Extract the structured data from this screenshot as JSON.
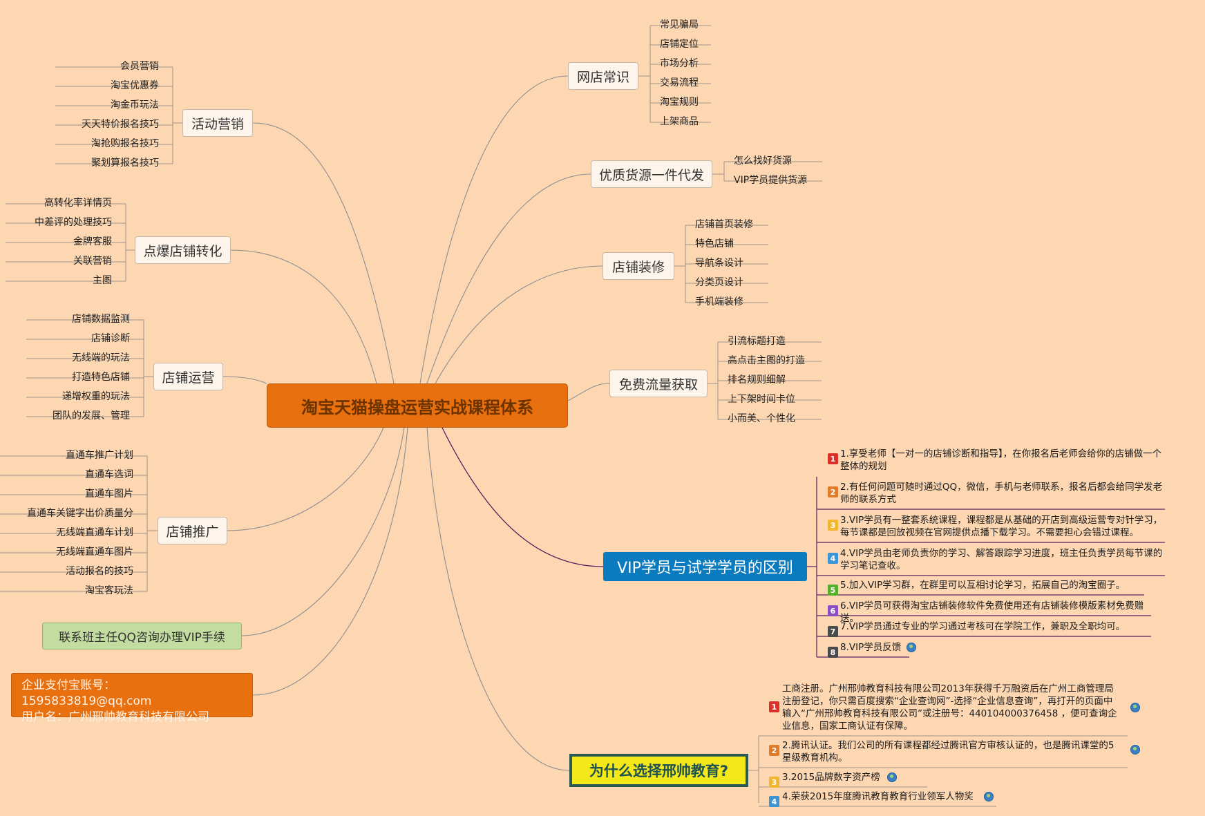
{
  "central": "淘宝天猫操盘运营实战课程体系",
  "right_topics": [
    {
      "label": "网店常识",
      "items": [
        "常见骗局",
        "店铺定位",
        "市场分析",
        "交易流程",
        "淘宝规则",
        "上架商品"
      ]
    },
    {
      "label": "优质货源一件代发",
      "items": [
        "怎么找好货源",
        "VIP学员提供货源"
      ]
    },
    {
      "label": "店铺装修",
      "items": [
        "店铺首页装修",
        "特色店铺",
        "导航条设计",
        "分类页设计",
        "手机端装修"
      ]
    },
    {
      "label": "免费流量获取",
      "items": [
        "引流标题打造",
        "高点击主图的打造",
        "排名规则细解",
        "上下架时间卡位",
        "小而美、个性化"
      ]
    }
  ],
  "left_topics": [
    {
      "label": "活动营销",
      "items": [
        "会员营销",
        "淘宝优惠券",
        "淘金币玩法",
        "天天特价报名技巧",
        "淘抢购报名技巧",
        "聚划算报名技巧"
      ]
    },
    {
      "label": "点爆店铺转化",
      "items": [
        "高转化率详情页",
        "中差评的处理技巧",
        "金牌客服",
        "关联营销",
        "主图"
      ]
    },
    {
      "label": "店铺运营",
      "items": [
        "店铺数据监测",
        "店铺诊断",
        "无线端的玩法",
        "打造特色店铺",
        "递增权重的玩法",
        "团队的发展、管理"
      ]
    },
    {
      "label": "店铺推广",
      "items": [
        "直通车推广计划",
        "直通车选词",
        "直通车图片",
        "直通车关键字出价质量分",
        "无线端直通车计划",
        "无线端直通车图片",
        "活动报名的技巧",
        "淘宝客玩法"
      ]
    }
  ],
  "contact": "联系班主任QQ咨询办理VIP手续",
  "payment": {
    "line1": "企业支付宝账号：1595833819@qq.com",
    "line2": "用户名：广州邢帅教育科技有限公司"
  },
  "vip": {
    "label": "VIP学员与试学学员的区别",
    "items": [
      {
        "num": "1",
        "color": "#d9302a",
        "text": "1.享受老师【一对一的店铺诊断和指导】，在你报名后老师会给你的店铺做一个整体的规划"
      },
      {
        "num": "2",
        "color": "#e07b2a",
        "text": "2.有任何问题可随时通过QQ，微信，手机与老师联系，报名后都会给同学发老师的联系方式"
      },
      {
        "num": "3",
        "color": "#f0b632",
        "text": "3.VIP学员有一整套系统课程，课程都是从基础的开店到高级运营专对针学习，每节课都是回放视频在官网提供点播下载学习。不需要担心会错过课程。"
      },
      {
        "num": "4",
        "color": "#3e95d1",
        "text": "4.VIP学员由老师负责你的学习、解答跟踪学习进度，班主任负责学员每节课的学习笔记查收。"
      },
      {
        "num": "5",
        "color": "#5aae2e",
        "text": "5.加入VIP学习群，在群里可以互相讨论学习，拓展自己的淘宝圈子。"
      },
      {
        "num": "6",
        "color": "#8a4fc0",
        "text": "6.VIP学员可获得淘宝店铺装修软件免费使用还有店铺装修模版素材免费赠送。"
      },
      {
        "num": "7",
        "color": "#4a4a4a",
        "text": "7.VIP学员通过专业的学习通过考核可在学院工作，兼职及全职均可。"
      },
      {
        "num": "8",
        "color": "#4a4a4a",
        "text": "8.VIP学员反馈"
      }
    ]
  },
  "why": {
    "label": "为什么选择邢帅教育?",
    "items": [
      {
        "num": "1",
        "color": "#d9302a",
        "text": "工商注册。广州邢帅教育科技有限公司2013年获得千万融资后在广州工商管理局注册登记，你只需百度搜索“企业查询网”-选择“企业信息查询”，再打开的页面中输入“广州邢帅教育科技有限公司”或注册号：440104000376458 ，便可查询企业信息，国家工商认证有保障。"
      },
      {
        "num": "2",
        "color": "#e07b2a",
        "text": "2.腾讯认证。我们公司的所有课程都经过腾讯官方审核认证的，也是腾讯课堂的5星级教育机构。"
      },
      {
        "num": "3",
        "color": "#f0b632",
        "text": "3.2015品牌数字资产榜"
      },
      {
        "num": "4",
        "color": "#3e95d1",
        "text": "4.荣获2015年度腾讯教育教育行业领军人物奖"
      }
    ]
  },
  "colors": {
    "background": "#fdd6b2",
    "central": "#e8700f",
    "vip": "#0a7bbf",
    "why_fill": "#f4e71a",
    "why_border": "#2a5a54",
    "contact": "#c3dc9f",
    "line": "#8e8e8e",
    "vip_line": "#5c1f5c"
  }
}
